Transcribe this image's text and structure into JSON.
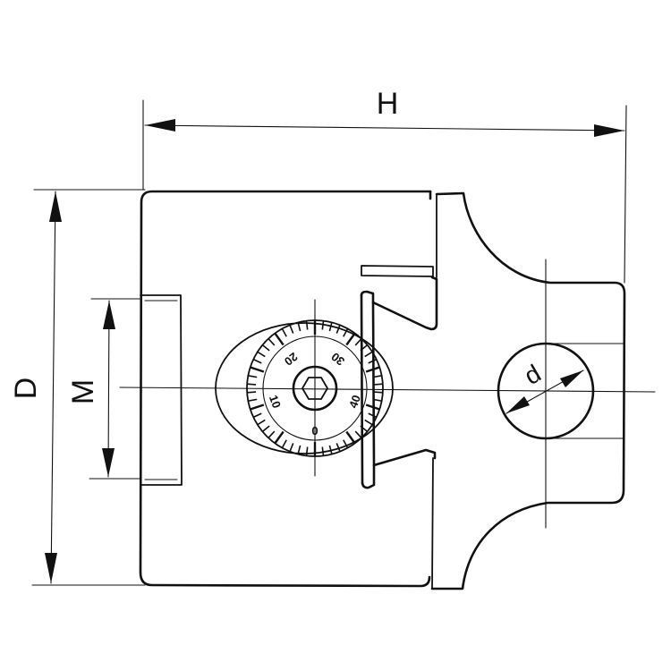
{
  "dimensions": {
    "H": "H",
    "D": "D",
    "M": "M",
    "d": "d"
  },
  "dial": {
    "scale_numbers": [
      "0",
      "10",
      "20",
      "30",
      "40"
    ]
  }
}
